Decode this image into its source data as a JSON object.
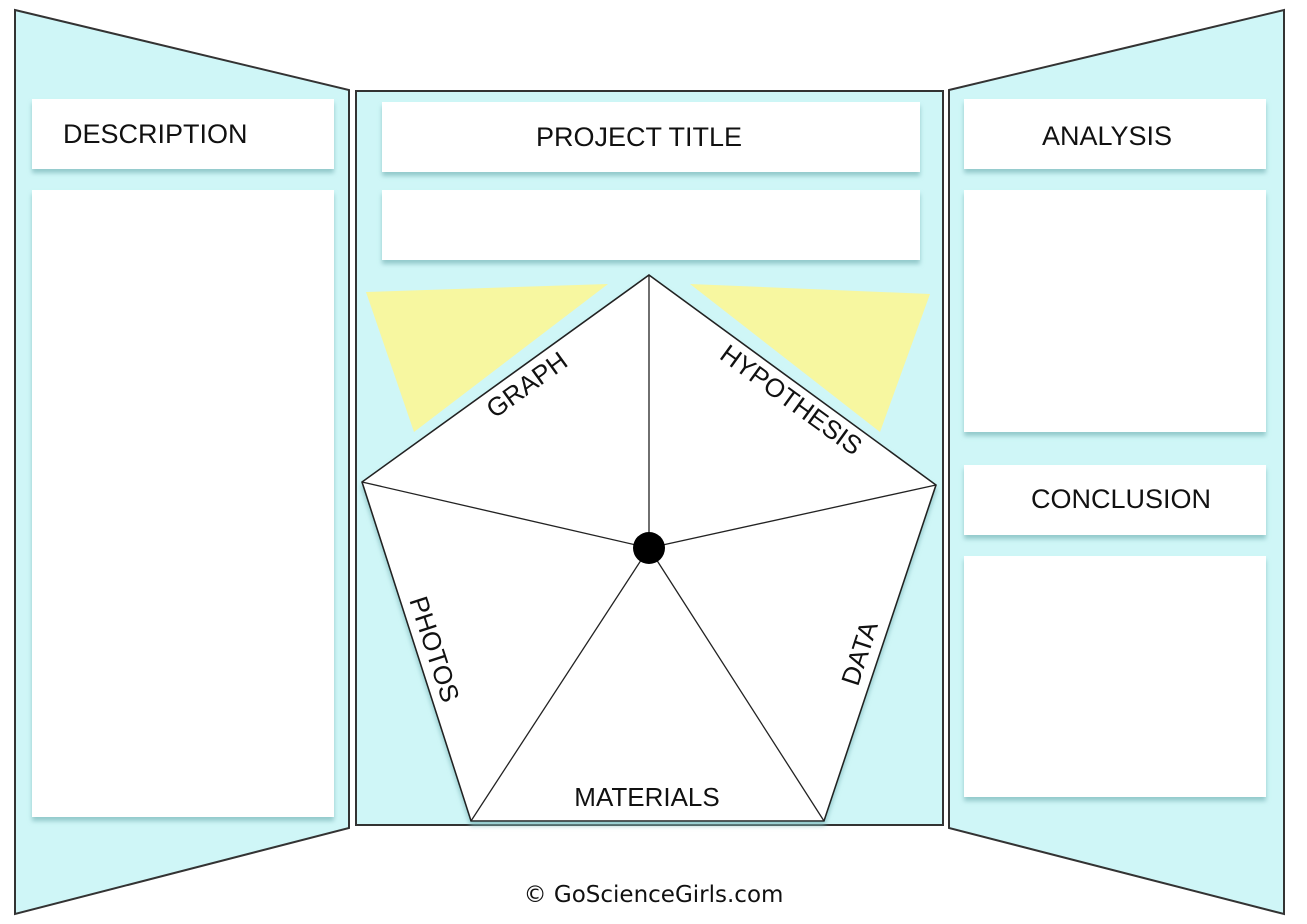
{
  "left_panel": {
    "header": "DESCRIPTION"
  },
  "center_panel": {
    "header": "PROJECT TITLE",
    "wheel": {
      "labels": {
        "graph": "GRAPH",
        "hypothesis": "HYPOTHESIS",
        "photos": "PHOTOS",
        "data": "DATA",
        "materials": "MATERIALS"
      }
    }
  },
  "right_panel": {
    "header_top": "ANALYSIS",
    "header_bottom": "CONCLUSION"
  },
  "footer": {
    "copyright": "© GoScienceGirls.com"
  },
  "colors": {
    "panel": "#cff6f7",
    "flap": "#f7f7a0",
    "card": "#ffffff",
    "outline": "#333333"
  }
}
